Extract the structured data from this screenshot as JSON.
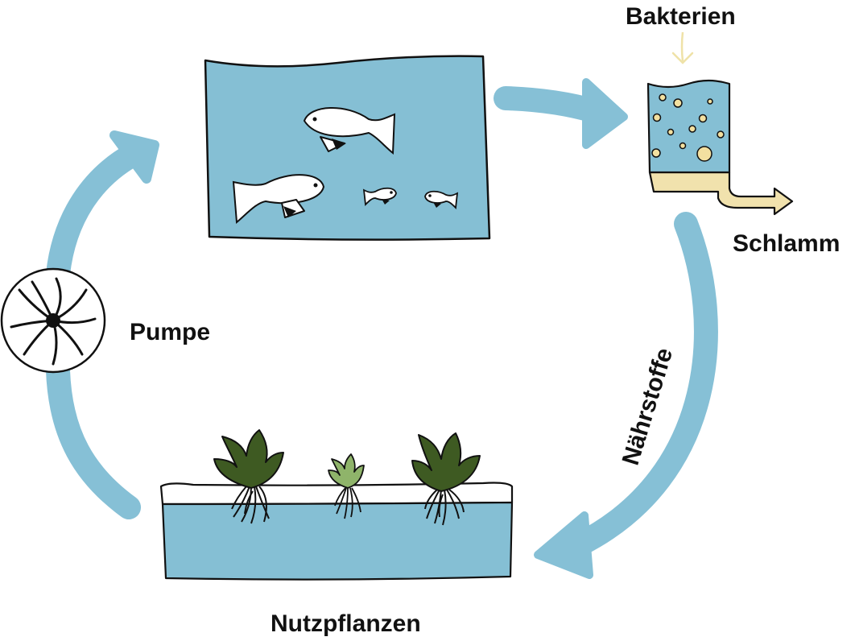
{
  "labels": {
    "bacteria": "Bakterien",
    "sludge": "Schlamm",
    "pump": "Pumpe",
    "nutrients": "Nährstoffe",
    "crops": "Nutzpflanzen"
  },
  "colors": {
    "water": "#85bfd4",
    "cycle_arrow": "#86c0d6",
    "sludge": "#f1e2ad",
    "bacteria_dot": "#f3e0a0",
    "dark_leaf": "#3e5a22",
    "light_leaf": "#8fb46a",
    "outline": "#111111"
  },
  "icons": {
    "pump": "pump-impeller-icon",
    "fish": "fish-icon",
    "plant": "plant-icon"
  }
}
